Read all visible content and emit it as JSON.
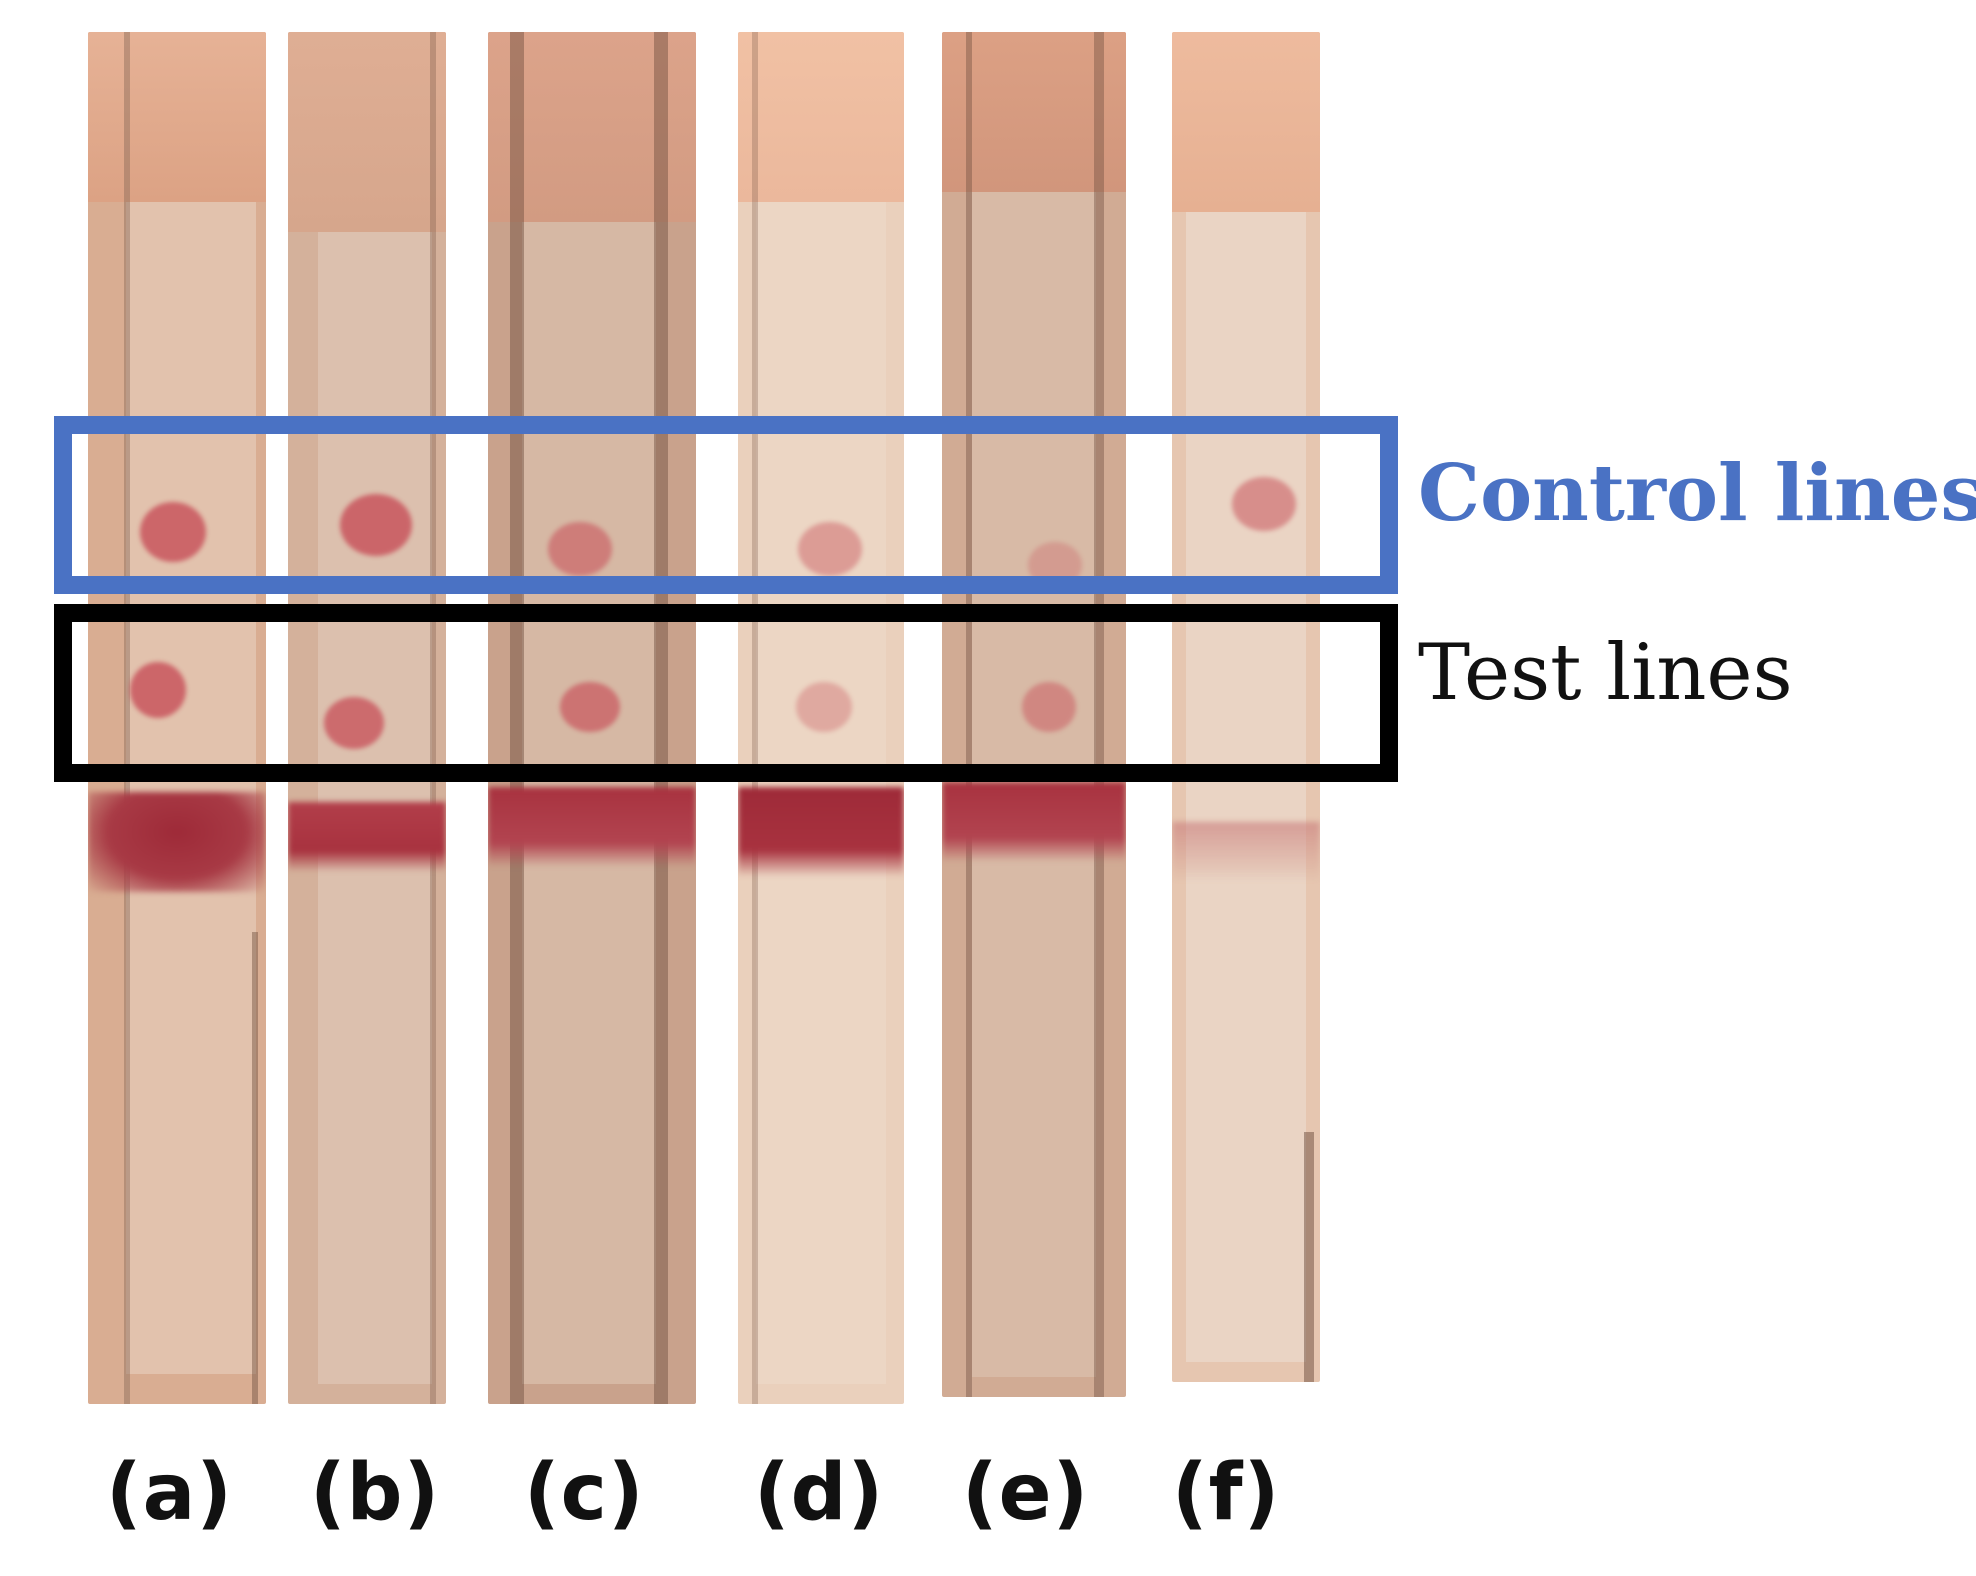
{
  "figure": {
    "strips": [
      {
        "label": "(a)",
        "control_intensity": 0.85,
        "test_intensity": 0.85
      },
      {
        "label": "(b)",
        "control_intensity": 0.85,
        "test_intensity": 0.8
      },
      {
        "label": "(c)",
        "control_intensity": 0.6,
        "test_intensity": 0.7
      },
      {
        "label": "(d)",
        "control_intensity": 0.45,
        "test_intensity": 0.35
      },
      {
        "label": "(e)",
        "control_intensity": 0.3,
        "test_intensity": 0.5
      },
      {
        "label": "(f)",
        "control_intensity": 0.55,
        "test_intensity": 0.0
      }
    ],
    "control_box": {
      "label": "Control lines",
      "color": "#4a72c4"
    },
    "test_box": {
      "label": "Test lines",
      "color": "#000000"
    },
    "colors": {
      "handle": "#e3a98c",
      "membrane": "#dcb9a3",
      "sample_band": "#a8323f",
      "dot": "#c9565e"
    }
  }
}
